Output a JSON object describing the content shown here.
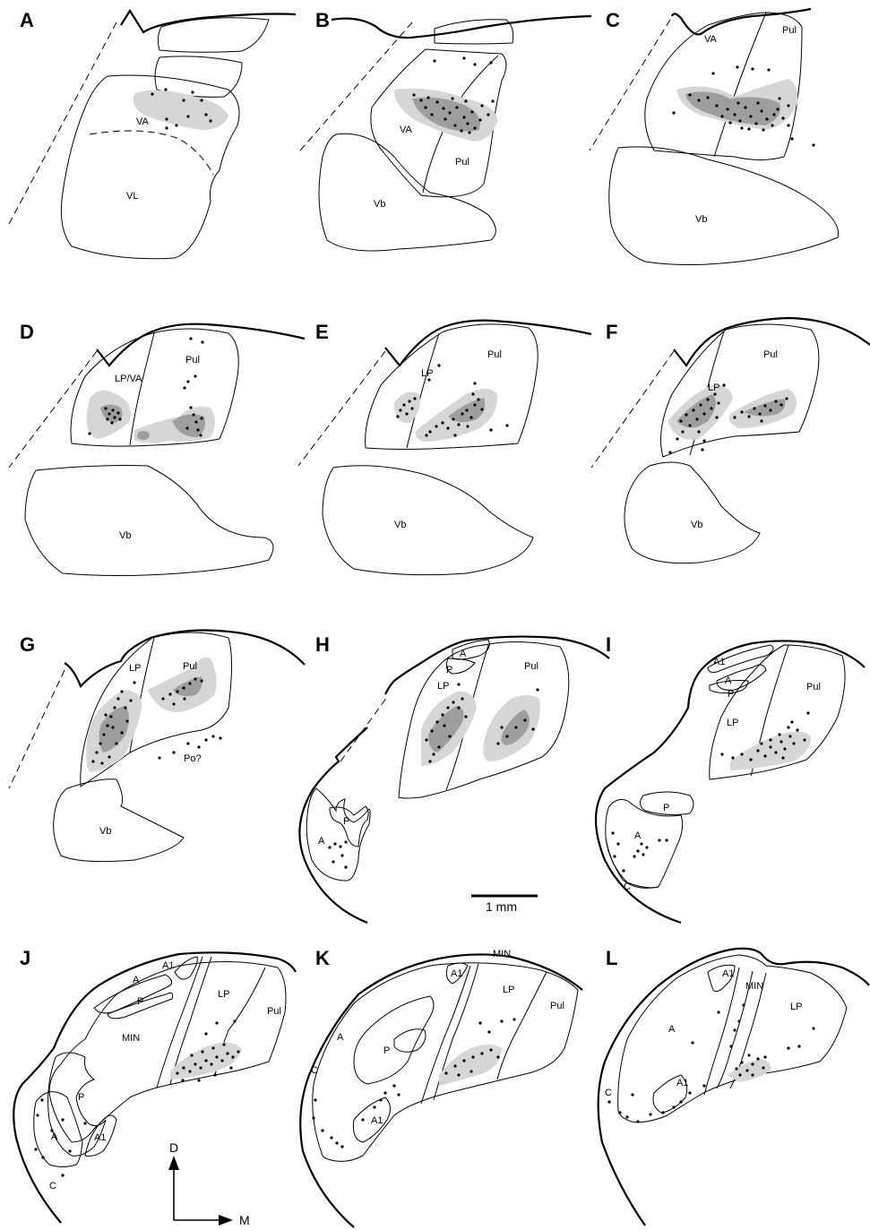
{
  "panels": {
    "A": {
      "letter": "A",
      "labels": [
        "VA",
        "VL"
      ]
    },
    "B": {
      "letter": "B",
      "labels": [
        "VA",
        "Pul",
        "Vb"
      ]
    },
    "C": {
      "letter": "C",
      "labels": [
        "VA",
        "Pul",
        "Vb"
      ]
    },
    "D": {
      "letter": "D",
      "labels": [
        "LP/VA",
        "Pul",
        "Vb"
      ]
    },
    "E": {
      "letter": "E",
      "labels": [
        "LP",
        "Pul",
        "Vb"
      ]
    },
    "F": {
      "letter": "F",
      "labels": [
        "LP",
        "Pul",
        "Vb"
      ]
    },
    "G": {
      "letter": "G",
      "labels": [
        "LP",
        "Pul",
        "Po?",
        "Vb"
      ]
    },
    "H": {
      "letter": "H",
      "labels": [
        "A",
        "P",
        "LP",
        "Pul",
        "P",
        "A"
      ]
    },
    "I": {
      "letter": "I",
      "labels": [
        "A1",
        "A",
        "P",
        "LP",
        "Pul",
        "P",
        "A",
        "C"
      ]
    },
    "J": {
      "letter": "J",
      "labels": [
        "A",
        "A1",
        "P",
        "LP",
        "Pul",
        "MIN",
        "P",
        "A",
        "A1",
        "C"
      ]
    },
    "K": {
      "letter": "K",
      "labels": [
        "MIN",
        "A1",
        "LP",
        "Pul",
        "P",
        "A",
        "C",
        "A1"
      ]
    },
    "L": {
      "letter": "L",
      "labels": [
        "A1",
        "MIN",
        "LP",
        "A",
        "C",
        "A1"
      ]
    }
  },
  "scale_bar": {
    "label": "1 mm"
  },
  "orientation": {
    "dorsal": "D",
    "medial": "M"
  },
  "colors": {
    "light_shading": "#d6d6d6",
    "dark_shading": "#9e9e9e",
    "line": "#000000"
  }
}
